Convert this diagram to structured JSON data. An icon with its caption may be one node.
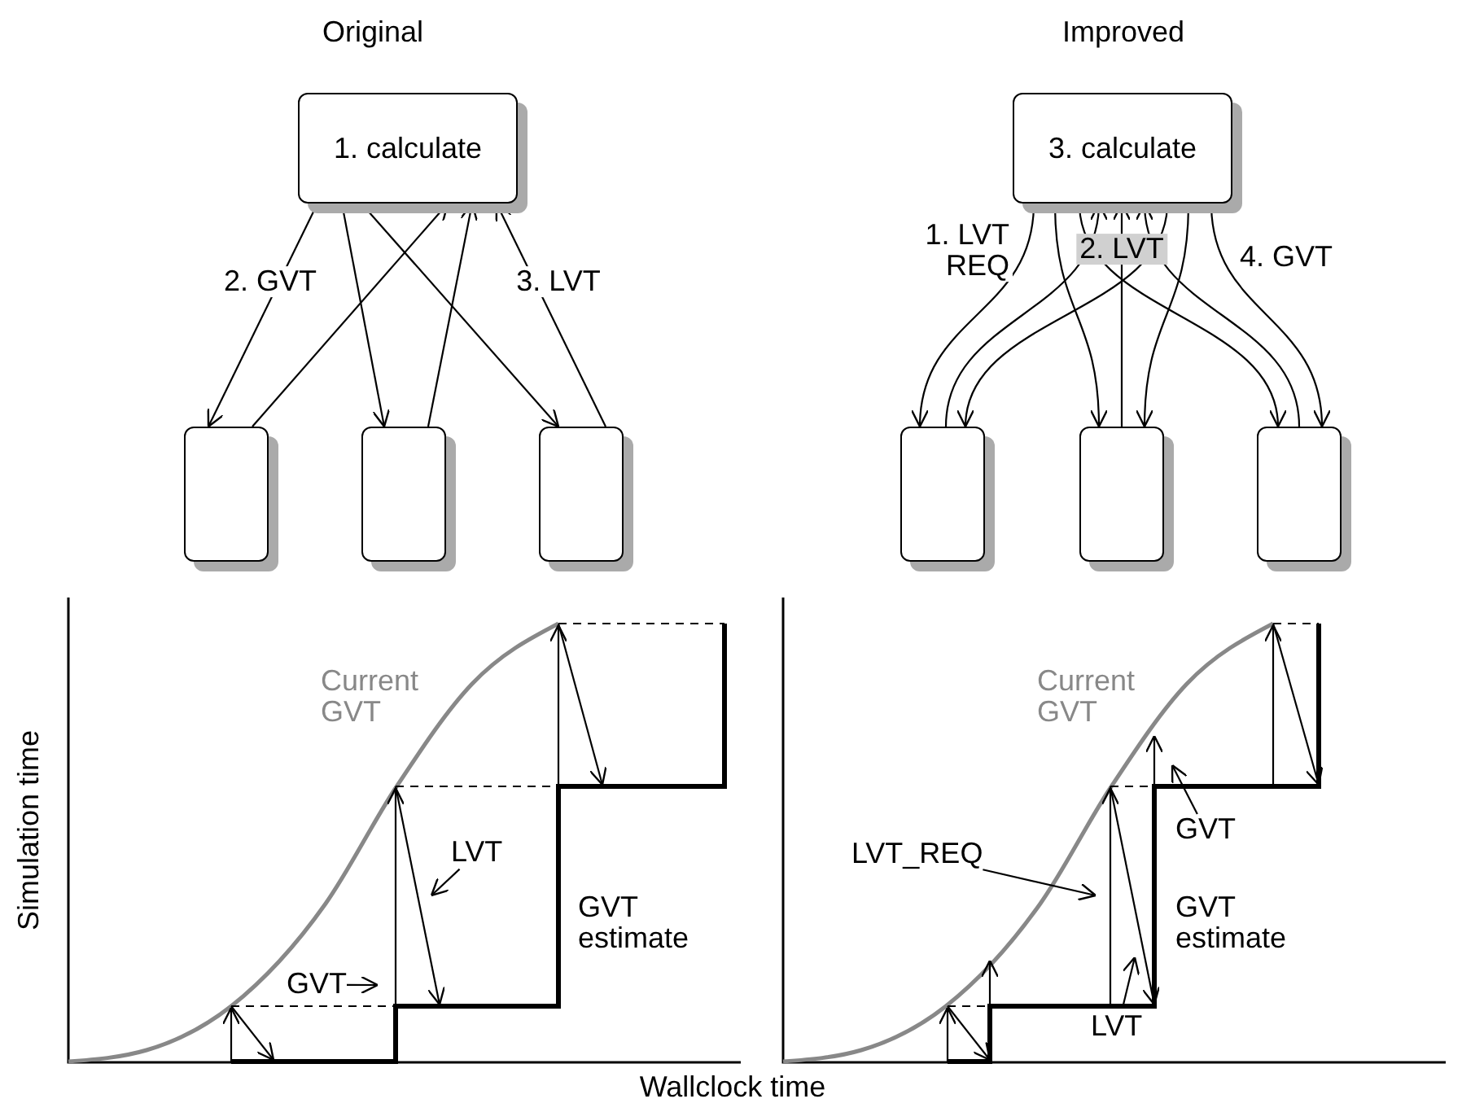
{
  "diagram": {
    "nodes": [
      {
        "text": [
          "1. calculate"
        ]
      },
      {
        "text": [],
        "shape": "box"
      },
      {
        "text": [],
        "shape": "box"
      },
      {
        "text": [],
        "shape": "box"
      },
      {
        "text": [
          "3. calculate"
        ]
      },
      {
        "text": [],
        "shape": "box"
      },
      {
        "text": [],
        "shape": "box"
      },
      {
        "text": [],
        "shape": "box"
      },
      {
        "text": [
          "LVT"
        ]
      },
      {
        "text": [
          "GVT"
        ]
      },
      {
        "text": [
          "LVT_REQ"
        ]
      },
      {
        "text": [
          "GVT"
        ]
      }
    ],
    "edges": [
      {
        "from": 0,
        "to": 1,
        "arrow": "to",
        "label": "2. GVT"
      },
      {
        "from": 1,
        "to": 0,
        "arrow": "to"
      },
      {
        "from": 0,
        "to": 2,
        "arrow": "to"
      },
      {
        "from": 2,
        "to": 0,
        "arrow": "to"
      },
      {
        "from": 0,
        "to": 3,
        "arrow": "to"
      },
      {
        "from": 3,
        "to": 0,
        "arrow": "to",
        "label": "3. LVT"
      },
      {
        "from": 4,
        "to": 5,
        "arrow": "to",
        "label": "1. LVT REQ"
      },
      {
        "from": 4,
        "to": 6,
        "arrow": "to"
      },
      {
        "from": 4,
        "to": 7,
        "arrow": "to"
      },
      {
        "from": 5,
        "to": 4,
        "arrow": "to"
      },
      {
        "from": 6,
        "to": 4,
        "arrow": "to",
        "label": "2. LVT"
      },
      {
        "from": 7,
        "to": 4,
        "arrow": "to"
      },
      {
        "from": 4,
        "to": 5,
        "arrow": "to"
      },
      {
        "from": 4,
        "to": 6,
        "arrow": "to"
      },
      {
        "from": 4,
        "to": 7,
        "arrow": "to",
        "label": "4. GVT"
      },
      {
        "from": 8,
        "to": null,
        "arrow": "to"
      },
      {
        "from": 9,
        "to": null,
        "arrow": "to"
      },
      {
        "from": 10,
        "to": null,
        "arrow": "to"
      },
      {
        "from": 11,
        "to": null,
        "arrow": "to"
      }
    ],
    "labels": [
      "Original",
      "Improved",
      "Current GVT",
      "GVT estimate",
      "Current GVT",
      "GVT estimate",
      "LVT",
      "Simulation time",
      "Wallclock time"
    ]
  }
}
